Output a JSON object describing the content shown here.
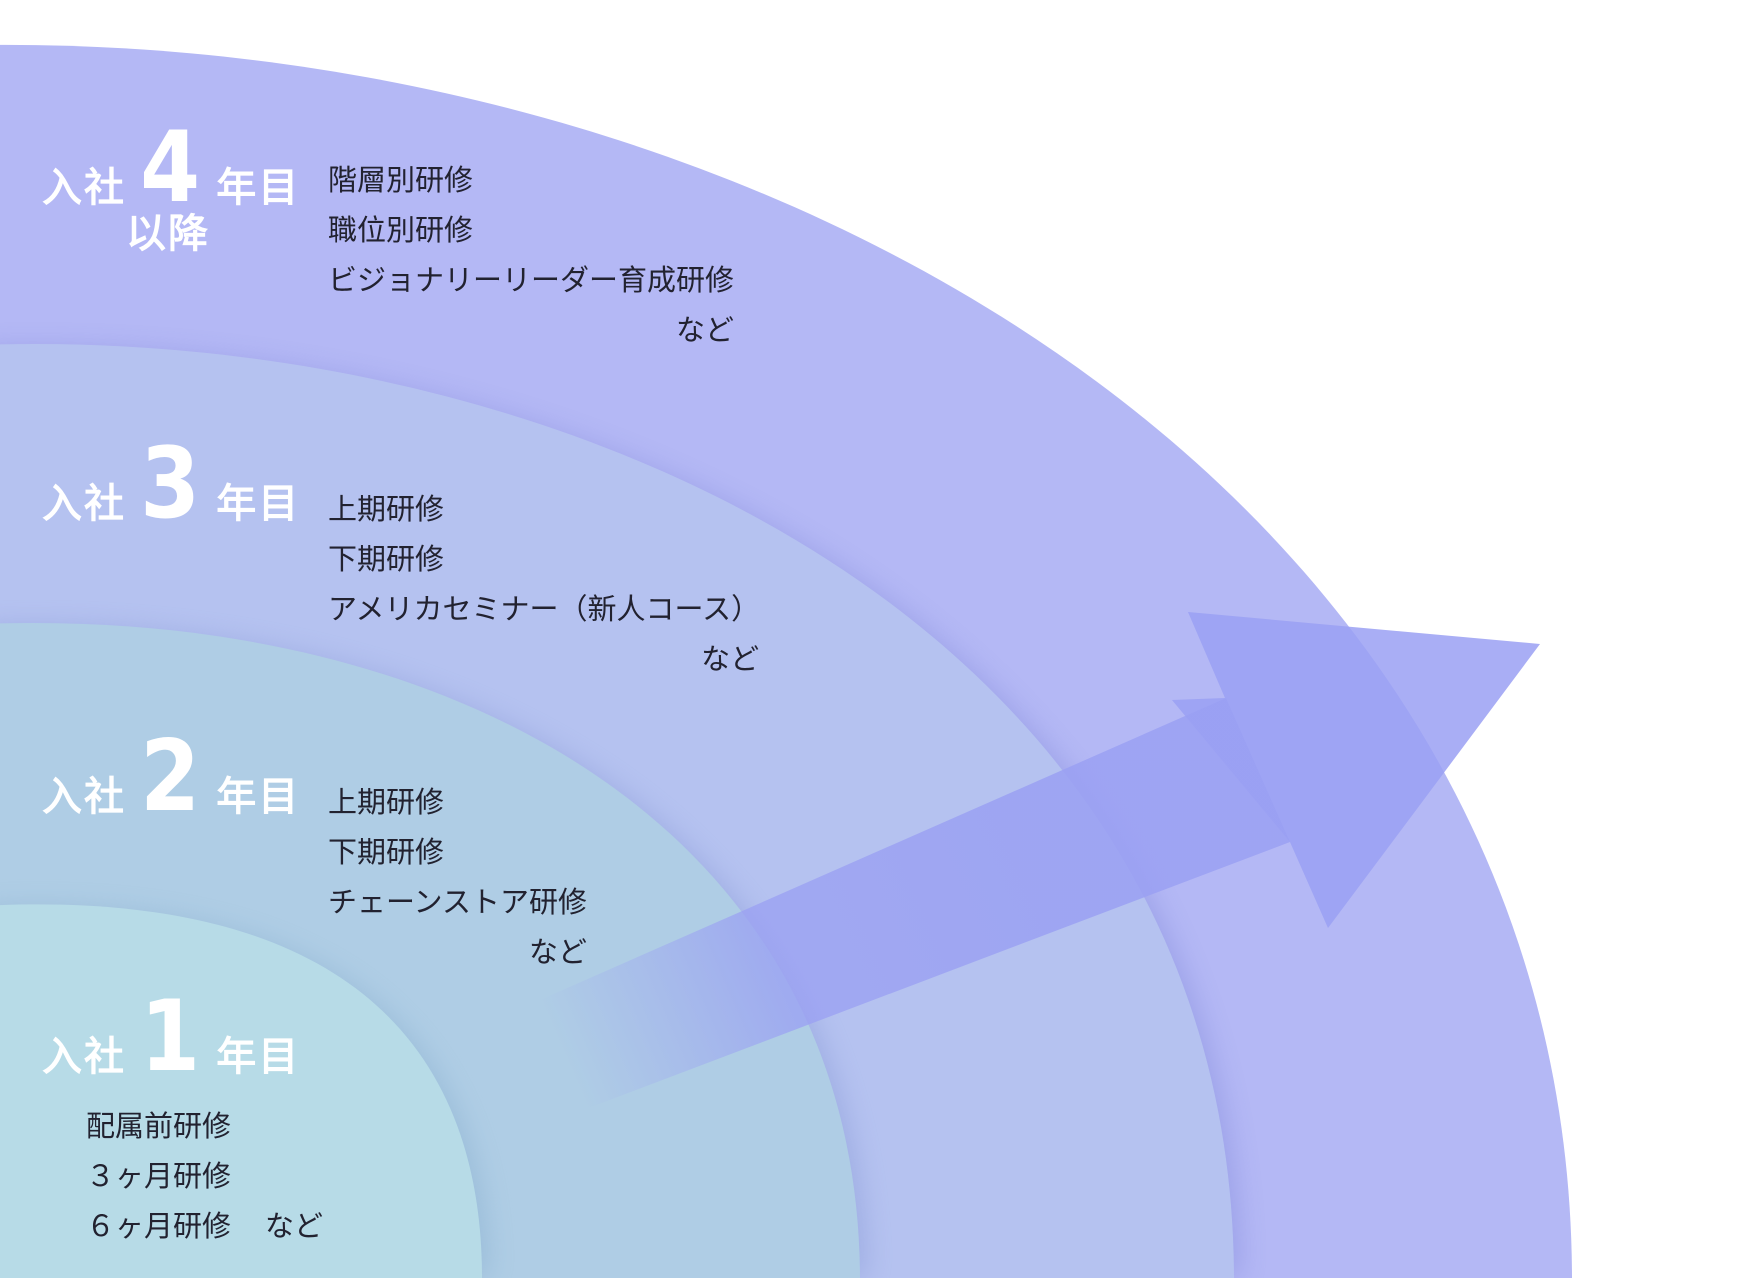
{
  "colors": {
    "ring_4": "#b4b8f5",
    "ring_3": "#b5c2f0",
    "ring_2": "#afcde5",
    "ring_1": "#b7dbe7",
    "arrow": "#9aa0f3",
    "heading_text": "#ffffff",
    "body_text": "#222230"
  },
  "stages": {
    "year4": {
      "prefix": "入社",
      "number": "4",
      "suffix": "年目",
      "sub": "以降",
      "courses": [
        "階層別研修",
        "職位別研修",
        "ビジョナリーリーダー育成研修"
      ],
      "etc": "など"
    },
    "year3": {
      "prefix": "入社",
      "number": "3",
      "suffix": "年目",
      "courses": [
        "上期研修",
        "下期研修",
        "アメリカセミナー（新人コース）"
      ],
      "etc": "など"
    },
    "year2": {
      "prefix": "入社",
      "number": "2",
      "suffix": "年目",
      "courses": [
        "上期研修",
        "下期研修",
        "チェーンストア研修"
      ],
      "etc": "など"
    },
    "year1": {
      "prefix": "入社",
      "number": "1",
      "suffix": "年目",
      "courses": [
        "配属前研修",
        "３ヶ月研修",
        "６ヶ月研修"
      ],
      "etc": "など"
    }
  },
  "arrow_icon": "growth-arrow-icon"
}
